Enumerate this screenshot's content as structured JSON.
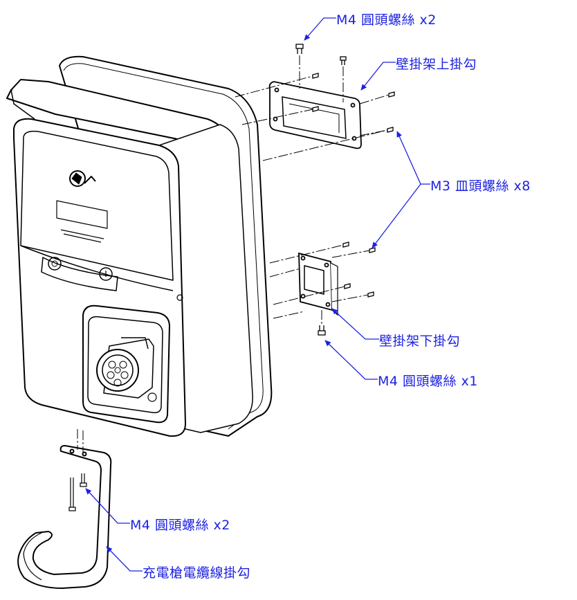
{
  "diagram": {
    "callouts": {
      "top_screws": "M4 圓頭螺絲 x2",
      "upper_bracket": "壁掛架上掛勾",
      "side_screws": "M3 皿頭螺絲 x8",
      "lower_bracket": "壁掛架下掛勾",
      "lower_screw": "M4 圓頭螺絲 x1",
      "hook_screws": "M4 圓頭螺絲 x2",
      "cable_hook": "充電槍電纜線掛勾"
    },
    "colors": {
      "callout": "#1d22e0",
      "line": "#000000",
      "background": "#ffffff"
    }
  }
}
